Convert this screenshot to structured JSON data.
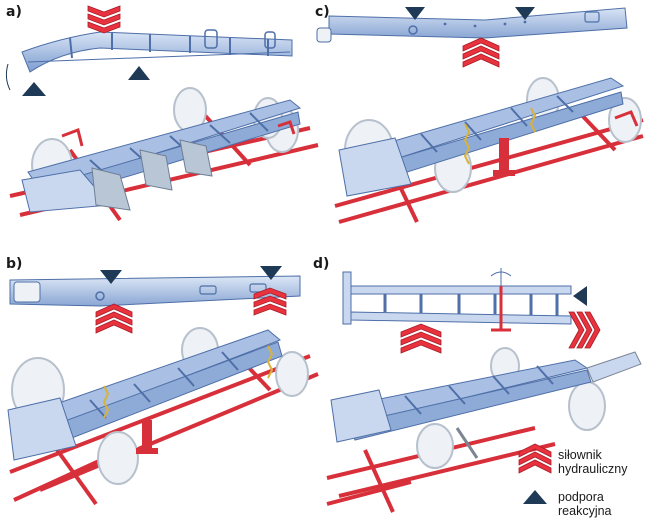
{
  "panels": {
    "a": {
      "label": "a)"
    },
    "b": {
      "label": "b)"
    },
    "c": {
      "label": "c)"
    },
    "d": {
      "label": "d)"
    }
  },
  "legend": {
    "actuator_line1": "siłownik",
    "actuator_line2": "hydrauliczny",
    "support_line1": "podpora",
    "support_line2": "reakcyjna"
  },
  "colors": {
    "frame_light": "#c9d8ef",
    "frame_mid": "#8eaad6",
    "frame_dark": "#4e6fa8",
    "rail_red": "#d8303a",
    "actuator_red": "#e8333f",
    "support_navy": "#1f3a56",
    "wheel_gray": "#d7dde5"
  },
  "icons": [
    "hydraulic-actuator-icon",
    "reaction-support-icon"
  ]
}
